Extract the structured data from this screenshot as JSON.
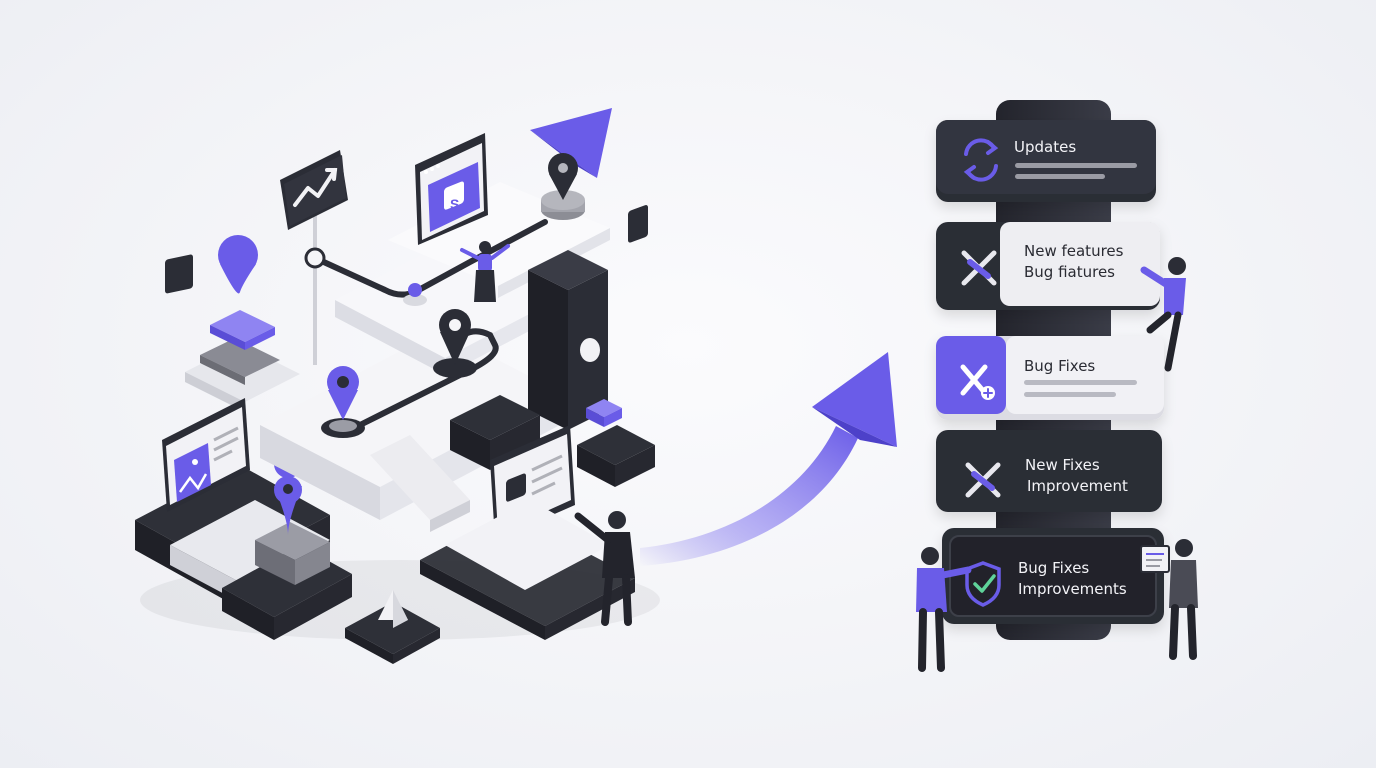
{
  "colors": {
    "accent": "#6a5ce8",
    "accent_light": "#8f84f2",
    "dark": "#2b2d36",
    "light": "#ececf0",
    "background": "#f2f3f7"
  },
  "icons": {
    "chart": "trend-up-icon",
    "store": "shopping-bag-icon",
    "pins": "location-pin-icon",
    "image": "image-icon",
    "updates": "refresh-icon",
    "tools": "wrench-screwdriver-icon",
    "shield": "shield-check-icon"
  },
  "release_notes": [
    {
      "id": "updates",
      "lines": [
        "Updates"
      ],
      "style": "dark",
      "icon": "refresh-icon"
    },
    {
      "id": "new-features",
      "lines": [
        "New features",
        "Bug fiatures"
      ],
      "style": "light",
      "icon": "wrench-screwdriver-icon"
    },
    {
      "id": "bug-fixes",
      "lines": [
        "Bug Fixes"
      ],
      "style": "light-accent",
      "icon": "wrench-add-icon"
    },
    {
      "id": "new-fixes",
      "lines": [
        "New Fixes",
        "Improvement"
      ],
      "style": "dark",
      "icon": "wrench-screwdriver-icon"
    },
    {
      "id": "bug-fixes-improvements",
      "lines": [
        "Bug Fixes",
        "Improvements"
      ],
      "style": "dark",
      "icon": "shield-check-icon"
    }
  ]
}
